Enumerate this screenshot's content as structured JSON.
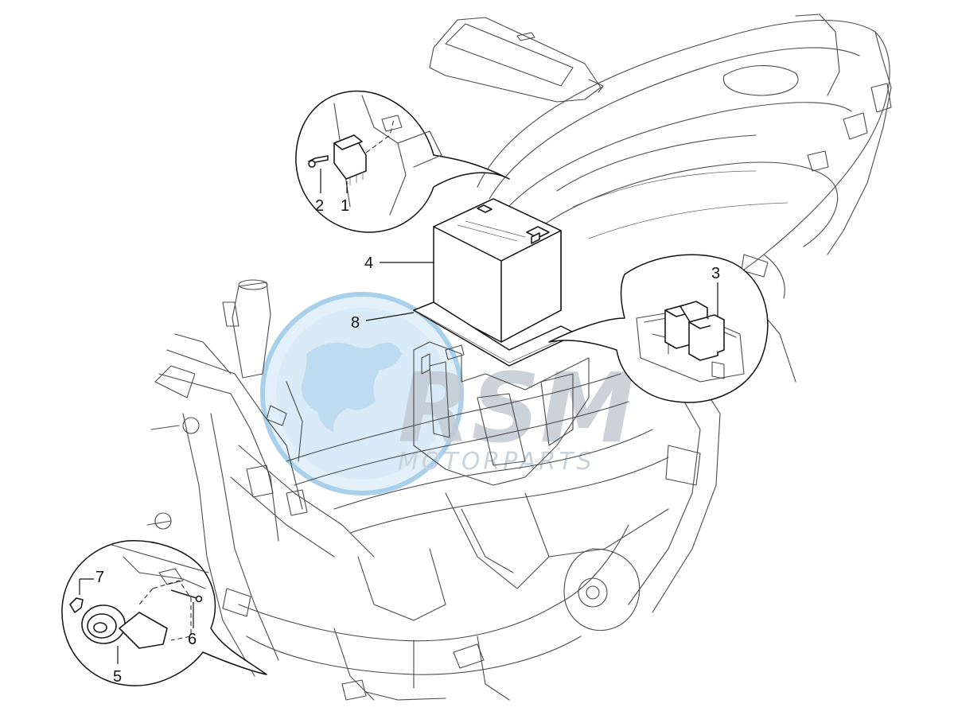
{
  "callouts": [
    {
      "id": "c1",
      "label": "1"
    },
    {
      "id": "c2",
      "label": "2"
    },
    {
      "id": "c3",
      "label": "3"
    },
    {
      "id": "c4",
      "label": "4"
    },
    {
      "id": "c5",
      "label": "5"
    },
    {
      "id": "c6",
      "label": "6"
    },
    {
      "id": "c7",
      "label": "7"
    },
    {
      "id": "c8",
      "label": "8"
    }
  ],
  "watermark": {
    "logo_text": "RSM",
    "caption": "MOTORPARTS",
    "globe_color": "#7fb8de"
  }
}
